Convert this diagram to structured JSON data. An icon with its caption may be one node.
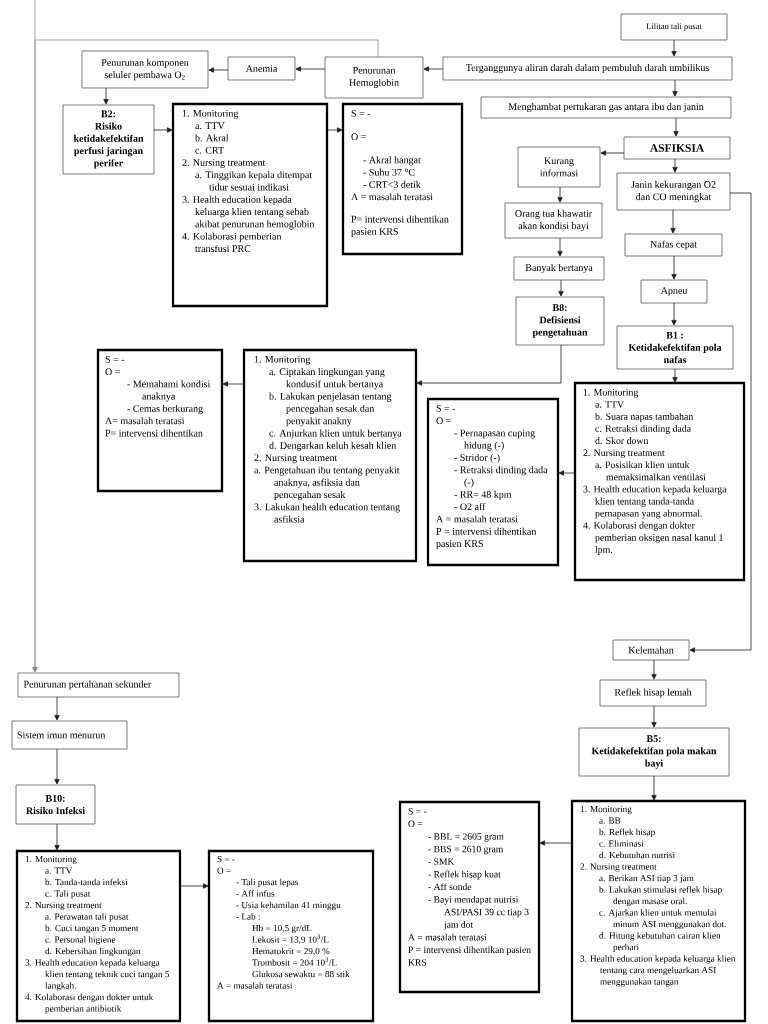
{
  "diagram": {
    "nodes": [
      {
        "text": [
          "Lilitan tali pusat"
        ]
      },
      {
        "text": [
          "Terganggunya aliran darah dalam pembuluh darah umbilikus"
        ]
      },
      {
        "text": [
          "Penurunan Hemoglobin"
        ]
      },
      {
        "text": [
          "Anemia"
        ]
      },
      {
        "text": [
          "Penurunan komponen seluler pembawa O$_{2}$"
        ]
      },
      {
        "text": [
          "B2:",
          "Risiko ketidakefektifan perfusi jaringan perifer"
        ]
      },
      {
        "text": [
          "1. Monitoring",
          "a. TTV",
          "b. Akral",
          "c. CRT",
          "2. Nursing treatment",
          "a. Tinggikan kepala ditempat tidur sesuai indikasi",
          "3. Health education kepada keluarga klien tentang sebab akibat penurunan hemoglobin",
          "4. Kolaborasi pemberian transfusi PRC"
        ]
      },
      {
        "text": [
          "S = -",
          "O =",
          "- Akral hangat",
          "- Suhu 37 °C",
          "- CRT<3 detik",
          "A = masalah teratasi",
          "P= intervensi dihentikan pasien KRS"
        ]
      },
      {
        "text": [
          "Menghambat pertukaran gas antara ibu dan janin"
        ]
      },
      {
        "text": [
          "ASFIKSIA"
        ]
      },
      {
        "text": [
          "Kurang informasi"
        ]
      },
      {
        "text": [
          "Janin kekurangan O2 dan CO meningkat"
        ]
      },
      {
        "text": [
          "Orang tua khawatir akan kondisi bayi"
        ]
      },
      {
        "text": [
          "Nafas cepat"
        ]
      },
      {
        "text": [
          "Banyak bertanya"
        ]
      },
      {
        "text": [
          "Apneu"
        ]
      },
      {
        "text": [
          "B8:",
          "Defisiensi pengetahuan"
        ]
      },
      {
        "text": [
          "B1 :",
          "Ketidakefektifan pola nafas"
        ]
      },
      {
        "text": [
          "1. Monitoring",
          "a. TTV",
          "b. Suara napas tambahan",
          "c. Retraksi dinding dada",
          "d. Skor down",
          "2. Nursing treatment",
          "a. Posisikan klien untuk memaksimalkan ventilasi",
          "3. Health education kepada keluarga klien tentang tanda-tanda pernapasan yang abnormal.",
          "4. Kolaborasi dengan dokter pemberian oksigen nasal kanul 1 lpm."
        ]
      },
      {
        "text": [
          "S = -",
          "O =",
          "- Pernapasan cuping hidung (-)",
          "- Stridor (-)",
          "- Retraksi dinding dada (-)",
          "- RR= 48 kpm",
          "- O2 aff",
          "A = masalah teratasi",
          "P = intervensi dihentikan pasien KRS"
        ]
      },
      {
        "text": [
          "1. Monitoring",
          "a. Ciptakan lingkungan yang kondusif untuk bertanya",
          "b. Lakukan penjelasan tentang pencegahan sesak dan penyakit anakny",
          "c. Anjurkan klien untuk bertanya",
          "d. Dengarkan keluh kesah klien",
          "2. Nursing treatment",
          "a. Pengetahuan ibu tentang penyakit anaknya, asfiksia dan pencegahan sesak",
          "3. Lakukan health education tentang asfiksia"
        ]
      },
      {
        "text": [
          "S = -",
          "O =",
          "- Memahami kondisi anaknya",
          "- Cemas berkurang",
          "A= masalah teratasi",
          "P= intervensi dihentikan"
        ]
      },
      {
        "text": [
          "Kelemahan"
        ]
      },
      {
        "text": [
          "Reflek hisap lemah"
        ]
      },
      {
        "text": [
          "B5:",
          "Ketidakefektifan pola makan bayi"
        ]
      },
      {
        "text": [
          "1. Monitoring",
          "a. BB",
          "b. Reflek hisap",
          "c. Eliminasi",
          "d. Kebutuhan nutrisi",
          "2. Nursing treatment",
          "a. Berikan ASI tiap 3 jam",
          "b. Lakukan stimulasi reflek hisap dengan masase oral.",
          "c. Ajarkan klien untuk memulai minum ASI menggunakan dot.",
          "d. Hitung kebutuhan cairan klien perhari",
          "3. Health education kepada keluarga klien tentang cara mengeluarkan ASI menggunakan tangan"
        ]
      },
      {
        "text": [
          "S = -",
          "O =",
          "- BBL = 2605 gram",
          "- BBS = 2610 gram",
          "- SMK",
          "- Reflek hisap kuat",
          "- Aff sonde",
          "- Bayi mendapat nutrisi ASI/PASI 39 cc tiap 3 jam dot",
          "A = masalah teratasi",
          "P = intervensi dihentikan pasien KRS"
        ]
      },
      {
        "text": [
          "Penurunan pertahanan sekunder"
        ]
      },
      {
        "text": [
          "Sistem imun menurun"
        ]
      },
      {
        "text": [
          "B10:",
          "Risiko Infeksi"
        ]
      },
      {
        "text": [
          "1. Monitoring",
          "a. TTV",
          "b. Tanda-tanda infeksi",
          "c. Tali pusat",
          "2. Nursing treatment",
          "a. Perawatan tali pusat",
          "b. Cuci tangan 5 moment",
          "c. Personal higiene",
          "d. Kebersihan lingkungan",
          "3. Health education kepada keluarga klien tentang teknik cuci tangan 5 langkah.",
          "4. Kolaborasi dengan dokter untuk pemberian antibiotik"
        ]
      },
      {
        "text": [
          "S = -",
          "O =",
          "- Tali pusat lepas",
          "- Aff infus",
          "- Usia kehamilan 41 minggu",
          "- Lab :",
          "Hb = 10,5 gr/dL",
          "Lekosit = 13,9 10$^{3}$/L",
          "Hematokrit = 29,0 %",
          "Trombosit = 204 10$^{3}$/L",
          "Glukosa sewaktu = 88 stik",
          "A = masalah teratasi"
        ]
      }
    ],
    "edges": [
      {
        "from": 0,
        "to": 1,
        "arrow": "to"
      },
      {
        "from": 1,
        "to": 2,
        "arrow": "to"
      },
      {
        "from": 2,
        "to": 3,
        "arrow": "to"
      },
      {
        "from": 3,
        "to": 4,
        "arrow": "to"
      },
      {
        "from": 4,
        "to": 5,
        "arrow": "to"
      },
      {
        "from": 5,
        "to": 6,
        "arrow": "to"
      },
      {
        "from": 6,
        "to": 7,
        "arrow": "to"
      },
      {
        "from": 1,
        "to": 8,
        "arrow": "to"
      },
      {
        "from": 8,
        "to": 9,
        "arrow": "to"
      },
      {
        "from": 9,
        "to": 10,
        "arrow": "to"
      },
      {
        "from": 9,
        "to": 11,
        "arrow": "to"
      },
      {
        "from": 10,
        "to": 12,
        "arrow": "to"
      },
      {
        "from": 12,
        "to": 14,
        "arrow": "to"
      },
      {
        "from": 14,
        "to": 16,
        "arrow": "to"
      },
      {
        "from": 11,
        "to": 13,
        "arrow": "to"
      },
      {
        "from": 13,
        "to": 15,
        "arrow": "to"
      },
      {
        "from": 15,
        "to": 17,
        "arrow": "to"
      },
      {
        "from": 17,
        "to": 18,
        "arrow": "to"
      },
      {
        "from": 18,
        "to": 19,
        "arrow": "to"
      },
      {
        "from": 16,
        "to": 20,
        "arrow": "to"
      },
      {
        "from": 20,
        "to": 21,
        "arrow": "to"
      },
      {
        "from": 11,
        "to": 22,
        "arrow": "to"
      },
      {
        "from": 22,
        "to": 23,
        "arrow": "to"
      },
      {
        "from": 23,
        "to": 24,
        "arrow": "to"
      },
      {
        "from": 24,
        "to": 25,
        "arrow": "to"
      },
      {
        "from": 25,
        "to": 26,
        "arrow": "to"
      },
      {
        "from": 2,
        "to": 27,
        "arrow": "to",
        "color": "#8f8f8f"
      },
      {
        "from": null,
        "to": 27,
        "arrow": "to",
        "color": "#8f8f8f"
      },
      {
        "from": 27,
        "to": 28,
        "arrow": "to"
      },
      {
        "from": 28,
        "to": 29,
        "arrow": "to"
      },
      {
        "from": 29,
        "to": 30,
        "arrow": "to"
      },
      {
        "from": 30,
        "to": 31,
        "arrow": "to"
      }
    ]
  }
}
